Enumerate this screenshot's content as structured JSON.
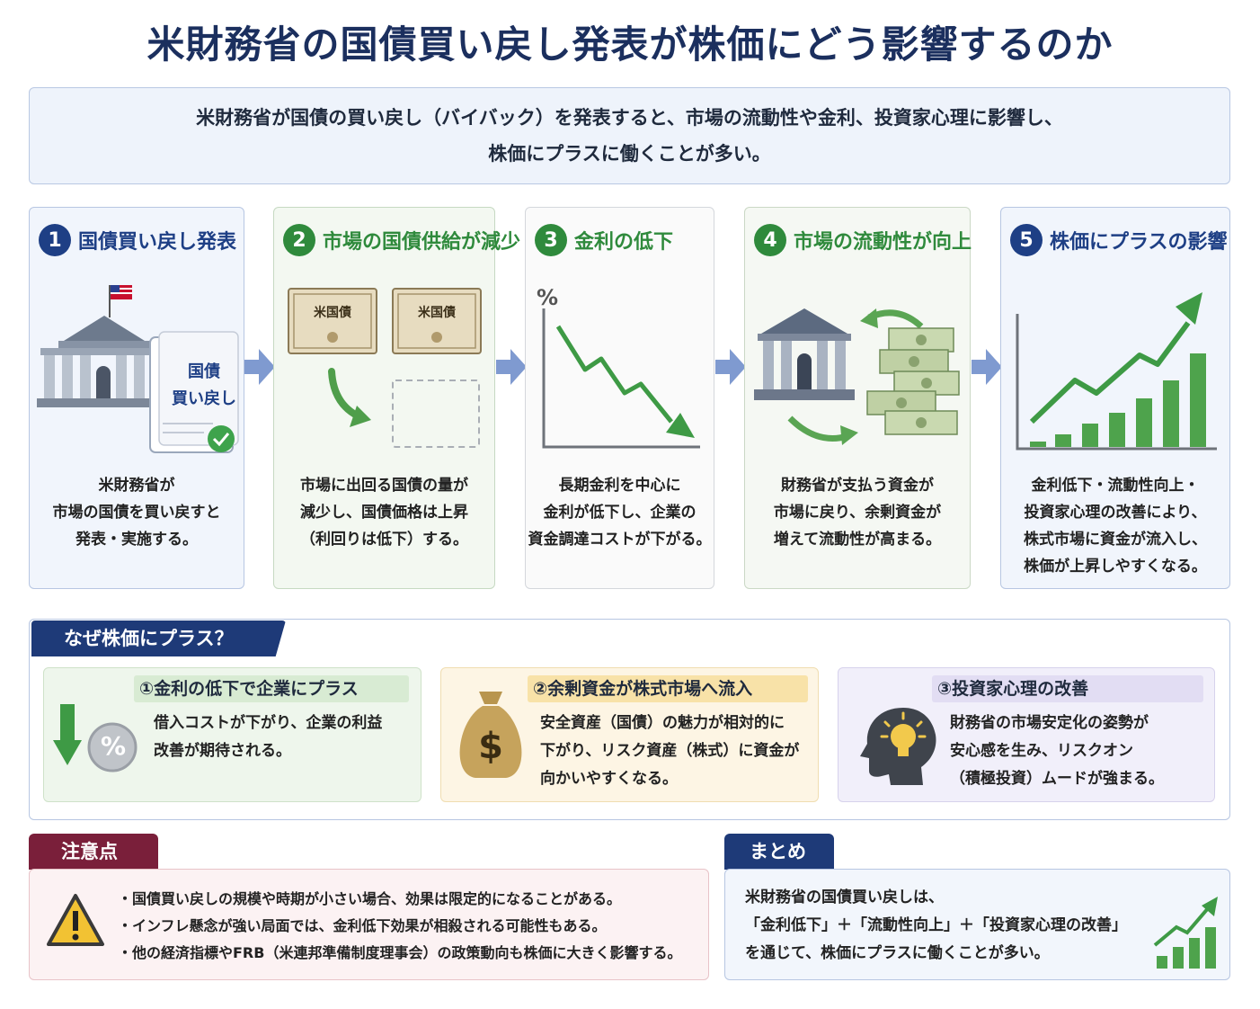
{
  "title": "米財務省の国債買い戻し発表が株価にどう影響するのか",
  "intro": {
    "line1": "米財務省が国債の買い戻し（バイバック）を発表すると、市場の流動性や金利、投資家心理に影響し、",
    "line2": "株価にプラスに働くことが多い。"
  },
  "steps": [
    {
      "num": "1",
      "heading": "国債買い戻し発表",
      "desc": [
        "米財務省が",
        "市場の国債を買い戻すと",
        "発表・実施する。"
      ],
      "doc_label_1": "国債",
      "doc_label_2": "買い戻し"
    },
    {
      "num": "2",
      "heading": "市場の国債供給が減少",
      "desc": [
        "市場に出回る国債の量が",
        "減少し、国債価格は上昇",
        "（利回りは低下）する。"
      ],
      "cert_label": "米国債"
    },
    {
      "num": "3",
      "heading": "金利の低下",
      "desc": [
        "長期金利を中心に",
        "金利が低下し、企業の",
        "資金調達コストが下がる。"
      ],
      "axis_symbol": "%"
    },
    {
      "num": "4",
      "heading": "市場の流動性が向上",
      "desc": [
        "財務省が支払う資金が",
        "市場に戻り、余剰資金が",
        "増えて流動性が高まる。"
      ]
    },
    {
      "num": "5",
      "heading": "株価にプラスの影響",
      "desc": [
        "金利低下・流動性向上・",
        "投資家心理の改善により、",
        "株式市場に資金が流入し、",
        "株価が上昇しやすくなる。"
      ]
    }
  ],
  "why": {
    "tab": "なぜ株価にプラス？",
    "cards": [
      {
        "title": "①金利の低下で企業にプラス",
        "desc": [
          "借入コストが下がり、企業の利益",
          "改善が期待される。"
        ],
        "icon_text": "%"
      },
      {
        "title": "②余剰資金が株式市場へ流入",
        "desc": [
          "安全資産（国債）の魅力が相対的に",
          "下がり、リスク資産（株式）に資金が",
          "向かいやすくなる。"
        ],
        "icon_text": "$"
      },
      {
        "title": "③投資家心理の改善",
        "desc": [
          "財務省の市場安定化の姿勢が",
          "安心感を生み、リスクオン",
          "（積極投資）ムードが強まる。"
        ]
      }
    ]
  },
  "caution": {
    "tab": "注意点",
    "items": [
      "・国債買い戻しの規模や時期が小さい場合、効果は限定的になることがある。",
      "・インフレ懸念が強い局面では、金利低下効果が相殺される可能性もある。",
      "・他の経済指標やFRB（米連邦準備制度理事会）の政策動向も株価に大きく影響する。"
    ]
  },
  "summary": {
    "tab": "まとめ",
    "lines": [
      "米財務省の国債買い戻しは、",
      "「金利低下」＋「流動性向上」＋「投資家心理の改善」",
      "を通じて、株価にプラスに働くことが多い。"
    ]
  },
  "colors": {
    "navy": "#1e3f85",
    "green": "#2f8a3c",
    "arrow_blue": "#7f9ad0",
    "caution_red": "#7a1f3a"
  }
}
